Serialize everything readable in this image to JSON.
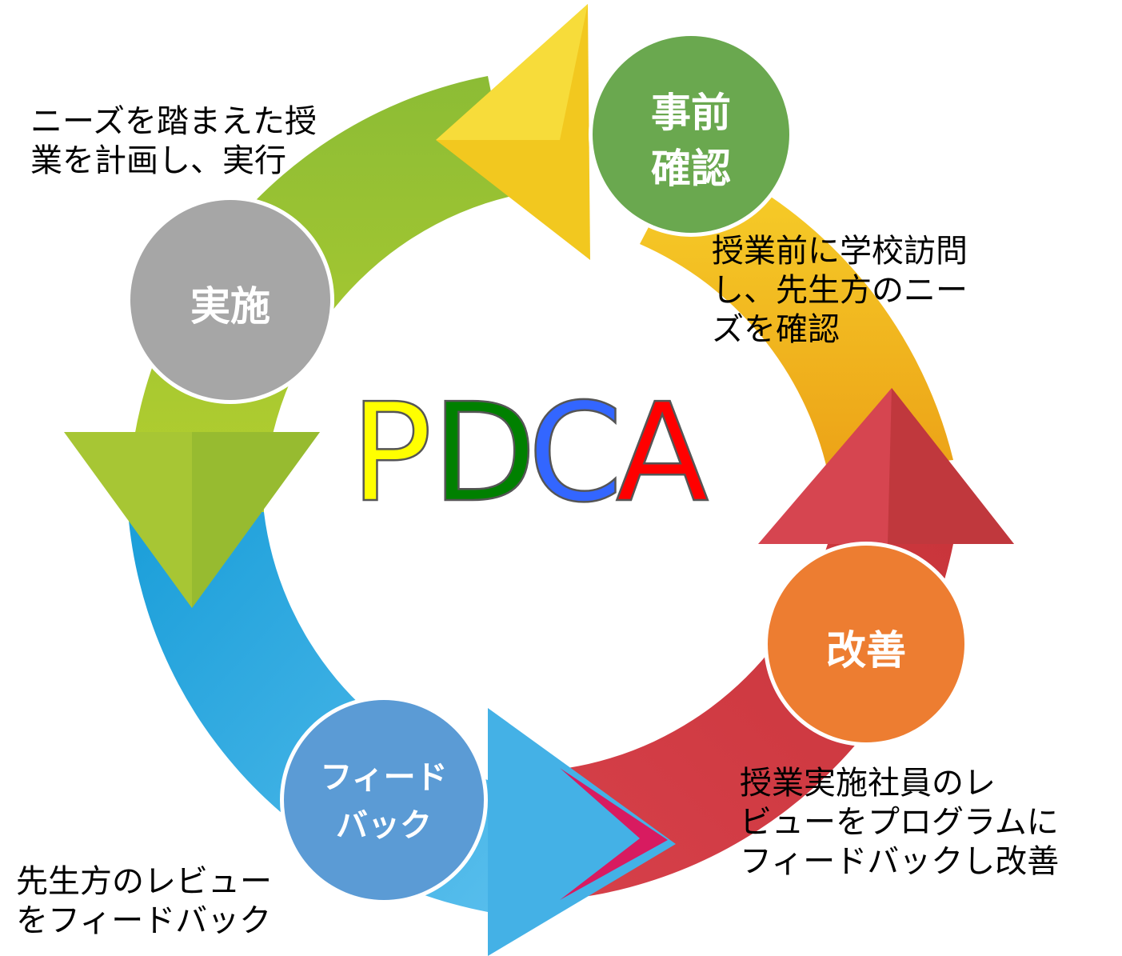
{
  "title": {
    "letters": [
      "P",
      "D",
      "C",
      "A"
    ]
  },
  "colors": {
    "P": "#ffff00",
    "D": "#008000",
    "C": "#3366ff",
    "A": "#ff0000",
    "arrow_top": "#8cbc35",
    "arrow_right": "#f2b71d",
    "arrow_bottom": "#d2403f",
    "arrow_left": "#30a8e0",
    "node_check": "#6aa84f",
    "node_do": "#a6a6a6",
    "node_feedback": "#5b9bd5",
    "node_improve": "#ed7d31"
  },
  "nodes": [
    {
      "id": "check",
      "label_lines": [
        "事前",
        "確認"
      ]
    },
    {
      "id": "do",
      "label_lines": [
        "実施"
      ]
    },
    {
      "id": "feedback",
      "label_lines": [
        "フィード",
        "バック"
      ]
    },
    {
      "id": "improve",
      "label_lines": [
        "改善"
      ]
    }
  ],
  "descriptions": {
    "do": "ニーズを踏まえた授\n業を計画し、実行",
    "check": "授業前に学校訪問\nし、先生方のニー\nズを確認",
    "improve": "授業実施社員のレ\nビューをプログラムに\nフィードバックし改善",
    "feedback": "先生方のレビュー\nをフィードバック"
  }
}
